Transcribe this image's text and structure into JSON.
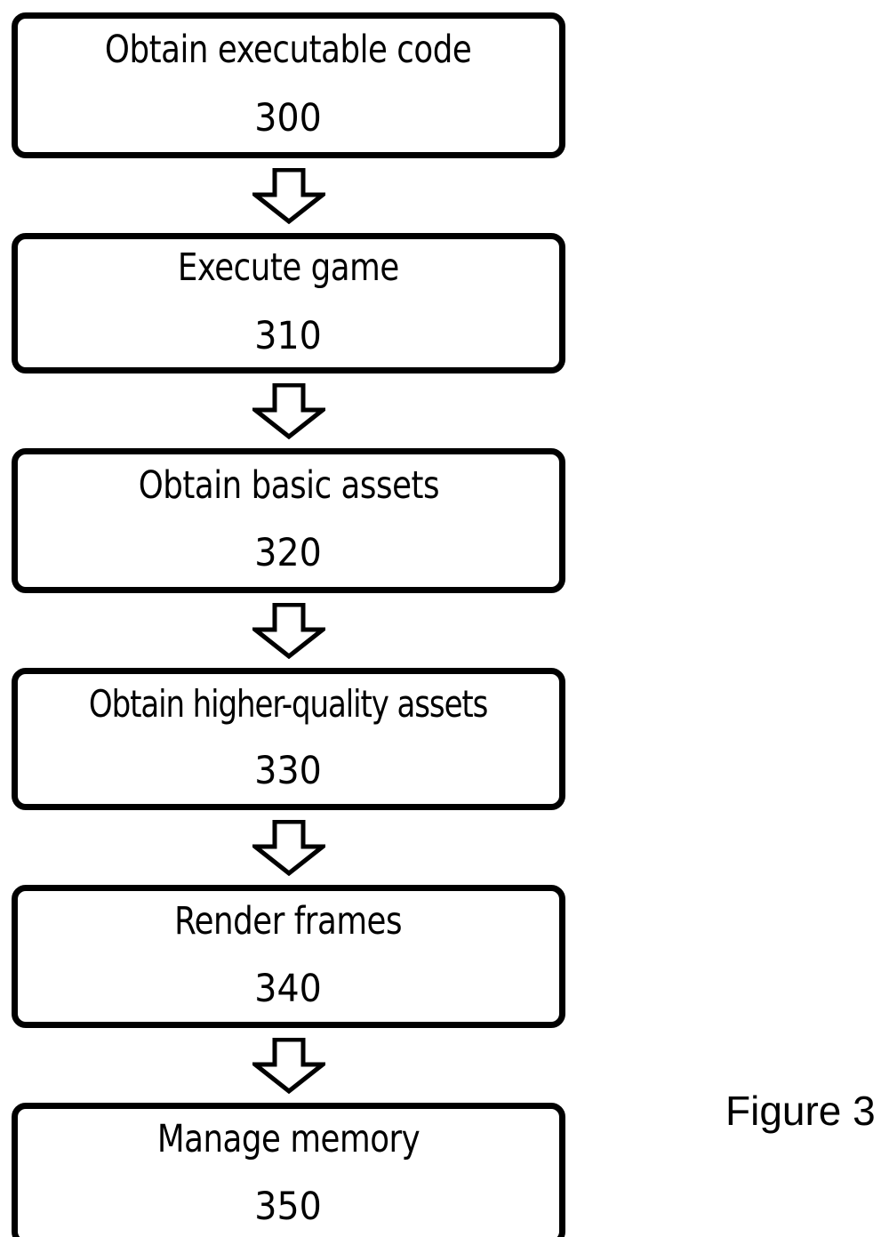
{
  "figure": {
    "caption": "Figure 3",
    "background_color": "#ffffff",
    "stroke_color": "#000000"
  },
  "flowchart": {
    "type": "vertical-flowchart",
    "connector_icon": "down-block-arrow-icon",
    "nodes": [
      {
        "label": "Obtain executable code",
        "ref": "300"
      },
      {
        "label": "Execute game",
        "ref": "310"
      },
      {
        "label": "Obtain basic assets",
        "ref": "320"
      },
      {
        "label": "Obtain higher-quality assets",
        "ref": "330"
      },
      {
        "label": "Render frames",
        "ref": "340"
      },
      {
        "label": "Manage memory",
        "ref": "350"
      }
    ]
  }
}
